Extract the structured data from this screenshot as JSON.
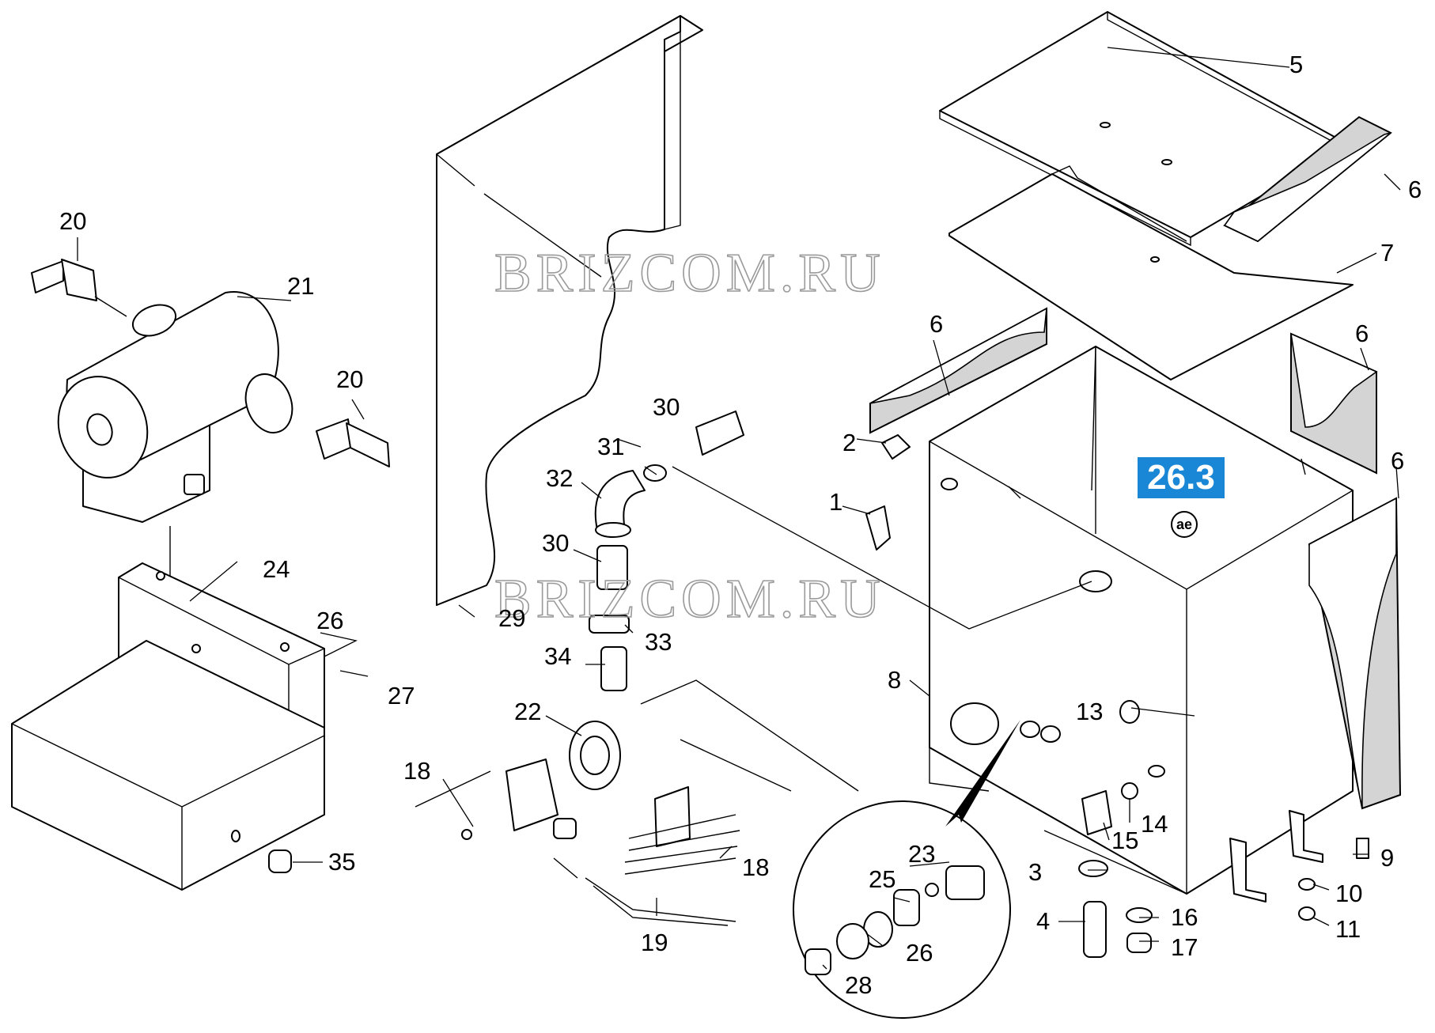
{
  "diagram": {
    "section_badge": "26.3",
    "badge_color": "#1a86d6",
    "callout_symbol": "ae",
    "watermark": "BRIZCOM.RU",
    "labels": {
      "p1": "1",
      "p2": "2",
      "p3": "3",
      "p4": "4",
      "p5": "5",
      "p6a": "6",
      "p6b": "6",
      "p6c": "6",
      "p6d": "6",
      "p7": "7",
      "p8": "8",
      "p9": "9",
      "p10": "10",
      "p11": "11",
      "p13": "13",
      "p14": "14",
      "p15": "15",
      "p16": "16",
      "p17": "17",
      "p18a": "18",
      "p18b": "18",
      "p19": "19",
      "p20a": "20",
      "p20b": "20",
      "p21": "21",
      "p22": "22",
      "p23": "23",
      "p24": "24",
      "p25": "25",
      "p26a": "26",
      "p26b": "26",
      "p27": "27",
      "p28": "28",
      "p29": "29",
      "p30a": "30",
      "p30b": "30",
      "p31": "31",
      "p32": "32",
      "p33": "33",
      "p34": "34",
      "p35": "35"
    }
  }
}
